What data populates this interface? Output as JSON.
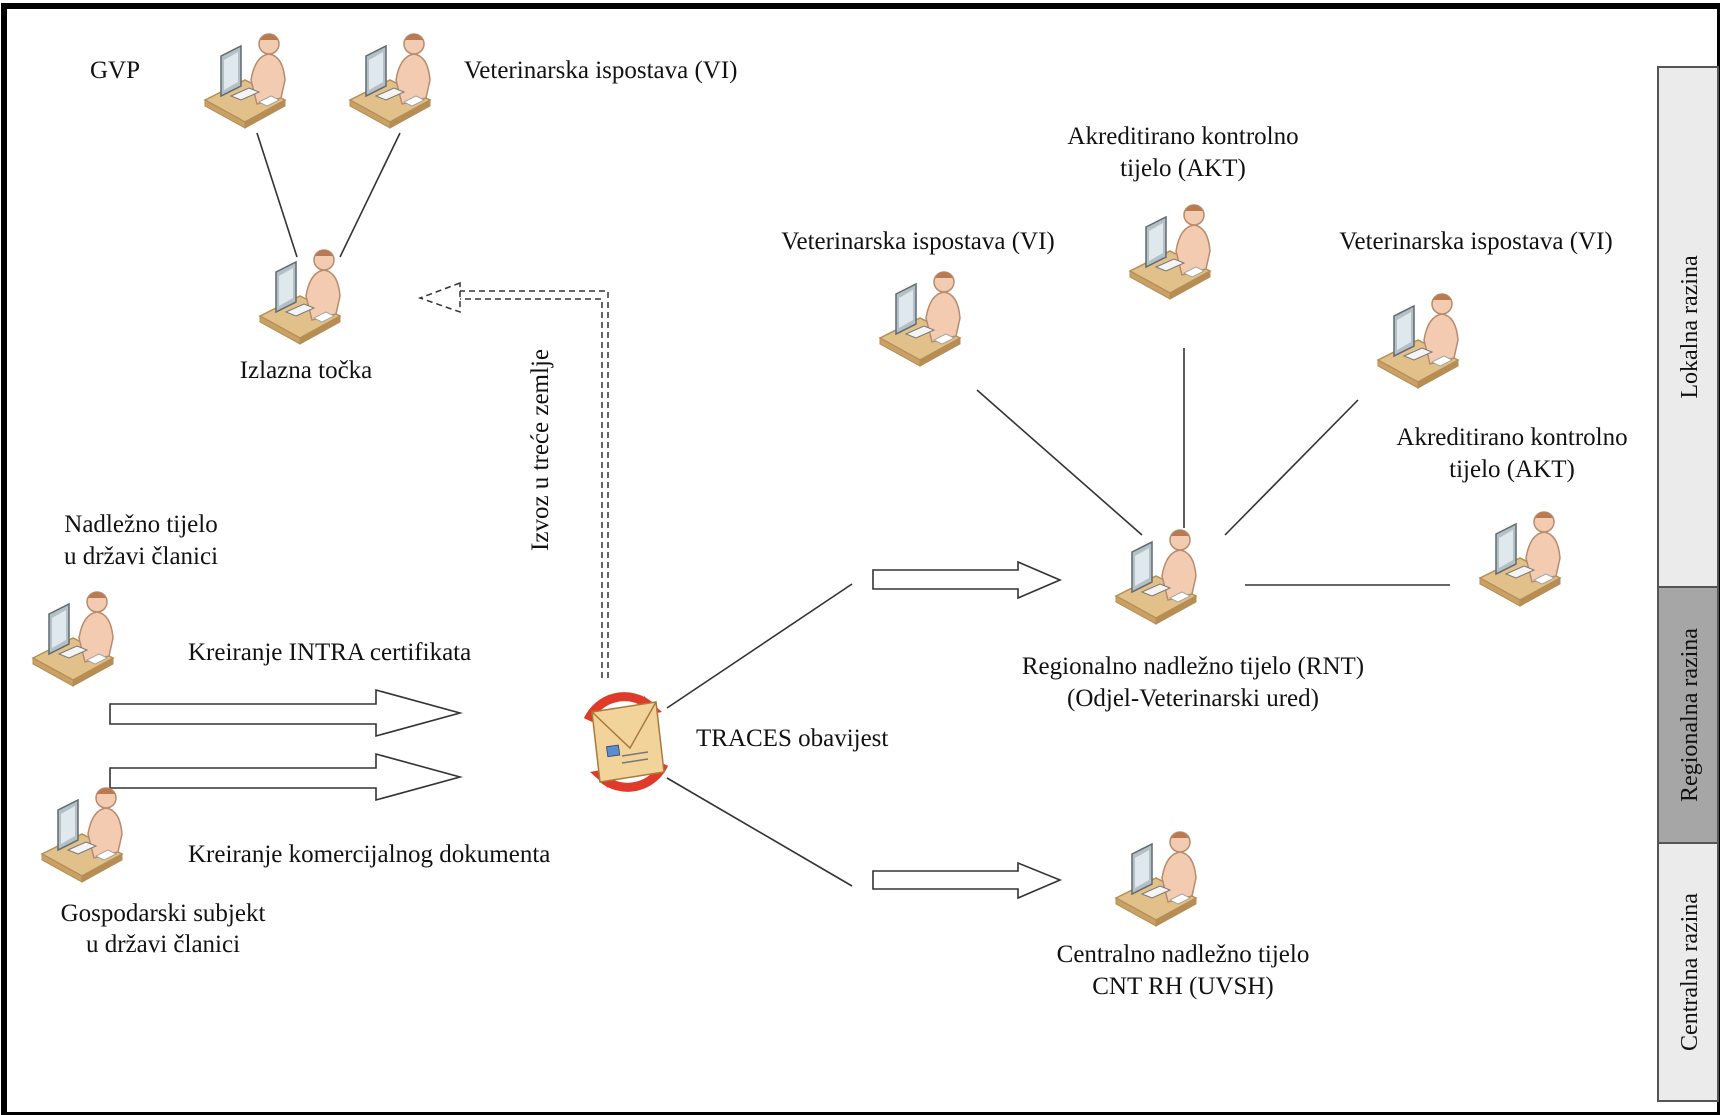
{
  "labels": {
    "gvp": "GVP",
    "vi_top": "Veterinarska ispostava (VI)",
    "izlazna": "Izlazna točka",
    "nadlezno_line1": "Nadležno tijelo",
    "nadlezno_line2": "u državi članici",
    "intra": "Kreiranje INTRA certifikata",
    "komercijalni": "Kreiranje komercijalnog dokumenta",
    "gospodarski_line1": "Gospodarski subjekt",
    "gospodarski_line2": "u državi članici",
    "izvoz": "Izvoz u treće zemlje",
    "traces": "TRACES obavijest",
    "akt_top_line1": "Akreditirano kontrolno",
    "akt_top_line2": "tijelo (AKT)",
    "vi_left": "Veterinarska ispostava (VI)",
    "vi_right": "Veterinarska ispostava (VI)",
    "akt_right_line1": "Akreditirano kontrolno",
    "akt_right_line2": "tijelo (AKT)",
    "rnt_line1": "Regionalno nadležno tijelo (RNT)",
    "rnt_line2": "(Odjel-Veterinarski ured)",
    "cnt_line1": "Centralno nadležno tijelo",
    "cnt_line2": "CNT RH (UVSH)"
  },
  "bands": {
    "lokalna": "Lokalna razina",
    "regionalna": "Regionalna razina",
    "centralna": "Centralna razina"
  },
  "icons": {
    "person": "user-at-computer-icon",
    "envelope": "traces-envelope-icon"
  },
  "colors": {
    "band_light": "#ebebeb",
    "band_dark": "#a6a6a6",
    "line": "#333333",
    "desk": "#e2c08a",
    "skin": "#f2cbb0",
    "monitor": "#9aa6ad",
    "envelope": "#f2d39a",
    "sync_red": "#e03a2b"
  }
}
